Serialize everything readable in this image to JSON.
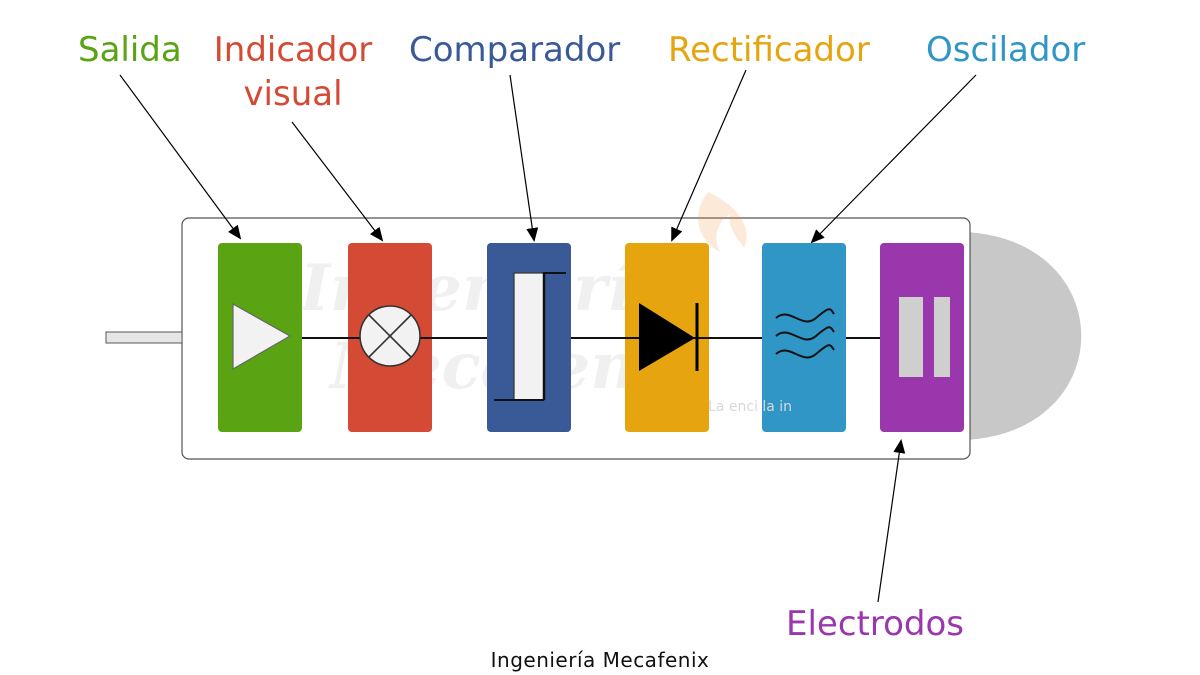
{
  "labels": {
    "salida": "Salida",
    "indicador_line1": "Indicador",
    "indicador_line2": "visual",
    "comparador": "Comparador",
    "rectificador": "Rectificador",
    "oscilador": "Oscilador",
    "electrodos": "Electrodos"
  },
  "watermark": {
    "tagline": "La enci          la in"
  },
  "caption": "Ingeniería Mecafenix",
  "colors": {
    "salida": "#5aa312",
    "indicador": "#d44a34",
    "comparador": "#3a5a97",
    "rectificador": "#e6a40f",
    "oscilador": "#2f96c5",
    "electrodos": "#9b37ac",
    "cap": "#c8c8c8",
    "housing_border": "#555555",
    "text_dark": "#111111"
  },
  "icons": {
    "salida": "amplifier-triangle-icon",
    "indicador": "lamp-cross-circle-icon",
    "comparador": "comparator-bracket-icon",
    "rectificador": "diode-icon",
    "oscilador": "wave-icon",
    "electrodos": "electrode-bars-icon"
  }
}
